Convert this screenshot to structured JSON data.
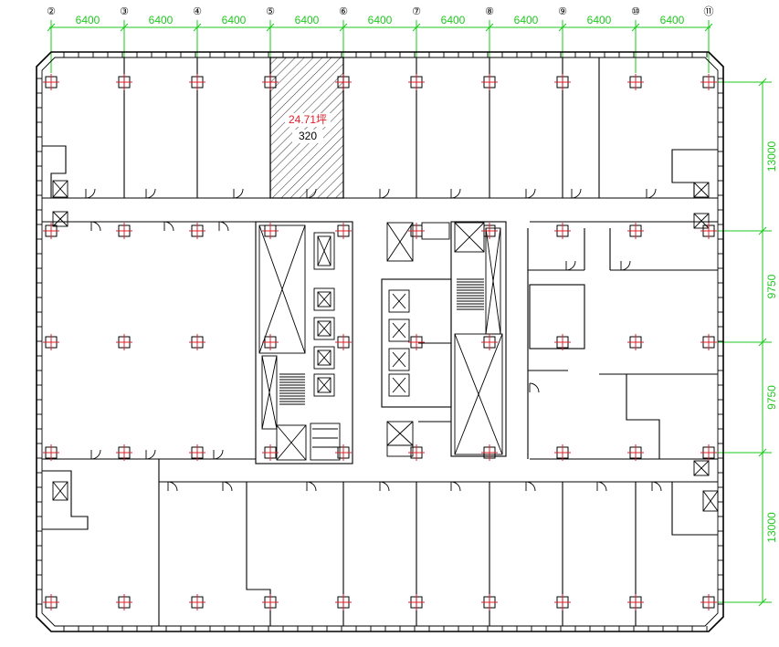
{
  "axes": {
    "labels": [
      "②",
      "③",
      "④",
      "⑤",
      "⑥",
      "⑦",
      "⑧",
      "⑨",
      "⑩",
      "⑪"
    ],
    "spans": [
      "6400",
      "6400",
      "6400",
      "6400",
      "6400",
      "6400",
      "6400",
      "6400",
      "6400"
    ]
  },
  "right_dims": [
    "13000",
    "9750",
    "9750",
    "13000"
  ],
  "room": {
    "area": "24.71坪",
    "number": "320"
  },
  "colors": {
    "dimension": "#1ec81e",
    "column_mark": "#e0202a",
    "area_label": "#e0202a",
    "walls": "#000000"
  }
}
